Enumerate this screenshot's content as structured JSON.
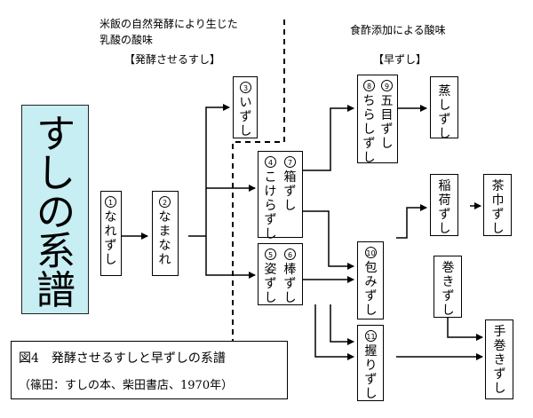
{
  "header": {
    "left_line1": "米飯の自然発酵により生じた",
    "left_line2": "乳酸の酸味",
    "left_line3": "【発酵させるすし】",
    "right_line1": "食酢添加による酸味",
    "right_line2": "【早ずし】"
  },
  "title": {
    "chars": [
      "す",
      "し",
      "の",
      "系",
      "譜"
    ]
  },
  "nodes": {
    "narezushi": {
      "num": "1",
      "label": "なれずし"
    },
    "namanare": {
      "num": "2",
      "label": "なまなれ"
    },
    "izushi": {
      "num": "3",
      "label": "いずし"
    },
    "kokerazushi": {
      "num": "4",
      "label": "こけらずし"
    },
    "sugatazushi": {
      "num": "5",
      "label": "姿ずし"
    },
    "bouzushi": {
      "num": "6",
      "label": "棒ずし"
    },
    "hakozushi": {
      "num": "7",
      "label": "箱ずし"
    },
    "chirashizushi": {
      "num": "8",
      "label": "ちらしずし"
    },
    "gomokuzushi": {
      "num": "9",
      "label": "五目ずし"
    },
    "tsutsumizushi": {
      "num": "10",
      "label": "包みずし"
    },
    "nigirizushi": {
      "num": "11",
      "label": "握りずし"
    },
    "mushizushi": {
      "label": "蒸しずし"
    },
    "inarizushi": {
      "label": "稲荷ずし"
    },
    "chakinzushi": {
      "label": "茶巾ずし"
    },
    "makizushi": {
      "label": "巻きずし"
    },
    "temakizushi": {
      "label": "手巻きずし"
    }
  },
  "caption": {
    "line1": "図4　発酵させるすしと早ずしの系譜",
    "line2": "（篠田：すしの本、柴田書店、1970年）"
  }
}
